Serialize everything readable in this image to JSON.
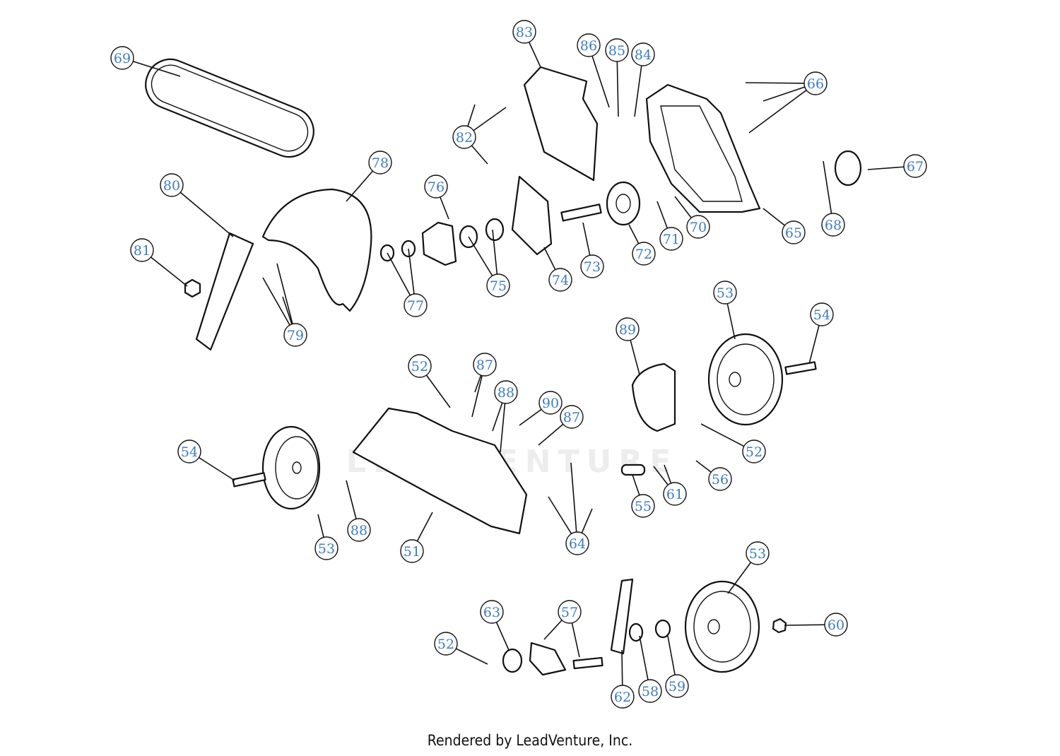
{
  "footer": "Rendered by LeadVenture, Inc.",
  "watermark": "LEADVENTURE",
  "callouts": [
    "69",
    "83",
    "86",
    "85",
    "84",
    "66",
    "82",
    "78",
    "76",
    "80",
    "81",
    "77",
    "75",
    "74",
    "73",
    "72",
    "71",
    "70",
    "65",
    "68",
    "67",
    "79",
    "53",
    "54",
    "89",
    "52",
    "87",
    "88",
    "90",
    "87",
    "52",
    "54",
    "56",
    "61",
    "55",
    "53",
    "88",
    "51",
    "64",
    "53",
    "60",
    "63",
    "57",
    "52",
    "62",
    "58",
    "59"
  ]
}
